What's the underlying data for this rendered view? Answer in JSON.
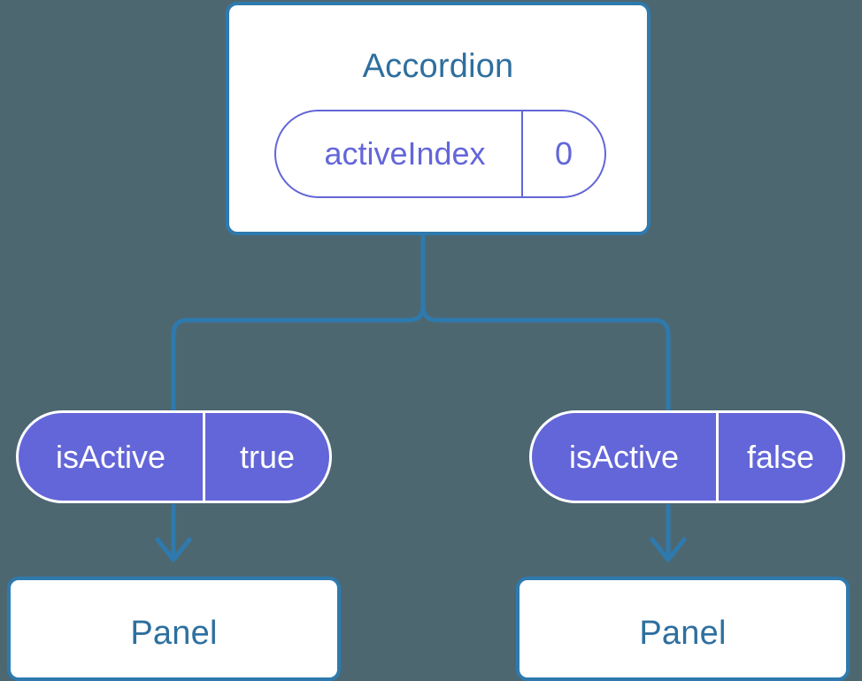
{
  "diagram": {
    "background_color": "#4d6771",
    "accent_blue": "#2e7aae",
    "title_blue": "#2e6f9e",
    "state_purple": "#6366d8",
    "parent": {
      "title": "Accordion",
      "state": {
        "key": "activeIndex",
        "value": "0"
      }
    },
    "children": [
      {
        "state": {
          "key": "isActive",
          "value": "true"
        },
        "panel_title": "Panel"
      },
      {
        "state": {
          "key": "isActive",
          "value": "false"
        },
        "panel_title": "Panel"
      }
    ]
  }
}
